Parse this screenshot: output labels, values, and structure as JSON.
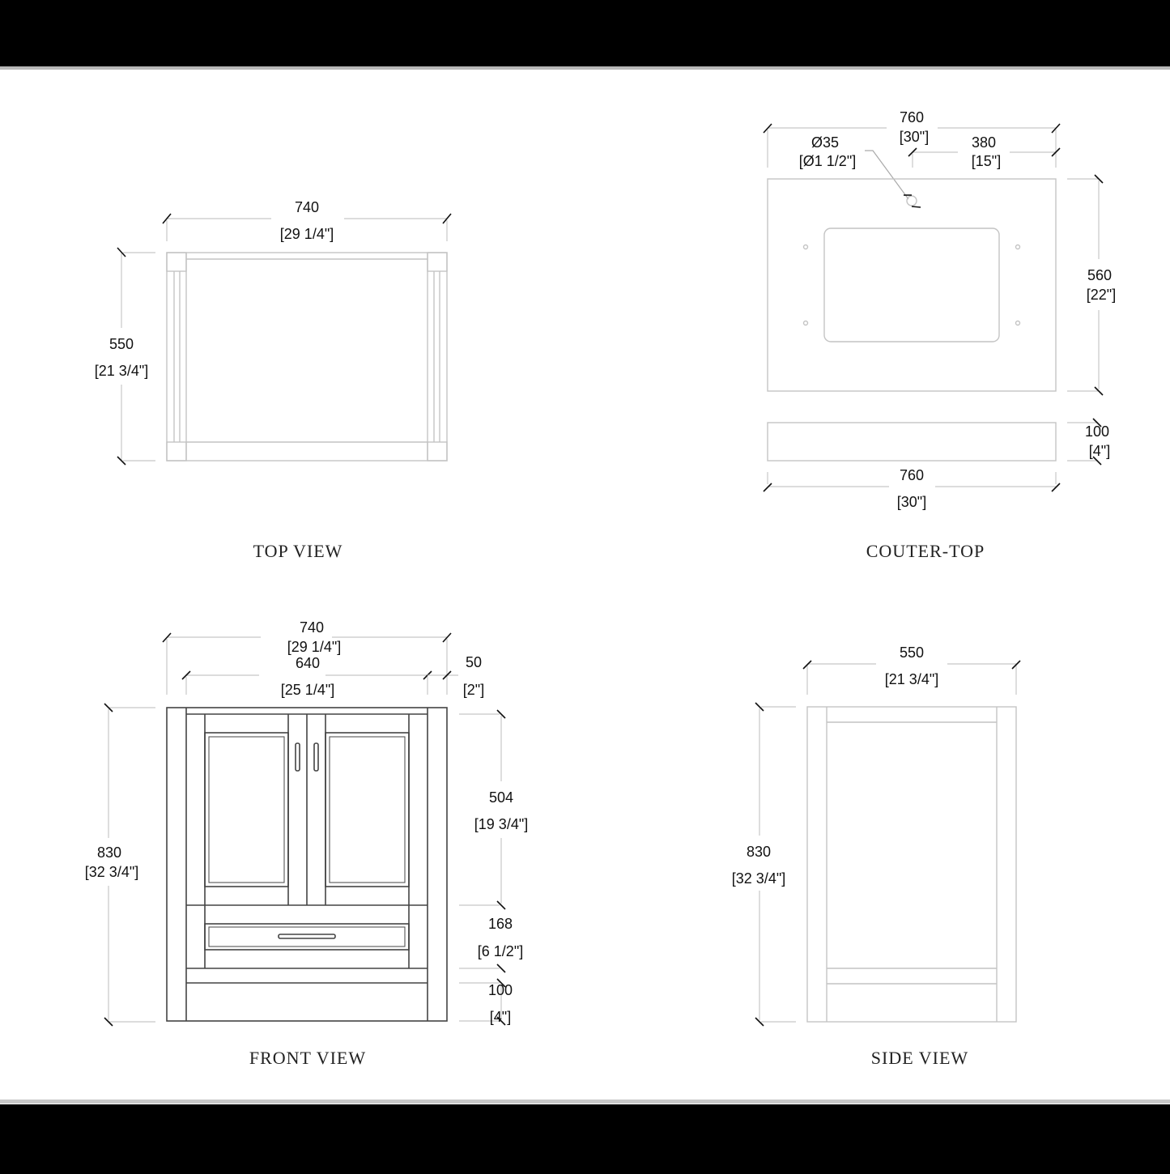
{
  "colors": {
    "background_band": "#000000",
    "paper": "#ffffff",
    "separator": "#b0b0b0",
    "dimension_line": "#c8c8c8",
    "outline_light": "#c4c4c4",
    "outline_dark": "#444444",
    "text": "#111111"
  },
  "views": {
    "top_view": {
      "title": "TOP VIEW",
      "width_mm": "740",
      "width_in": "[29 1/4\"]",
      "depth_mm": "550",
      "depth_in": "[21 3/4\"]"
    },
    "countertop": {
      "title": "COUTER-TOP",
      "overall_width_mm": "760",
      "overall_width_in": "[30\"]",
      "hole_diameter_mm": "Ø35",
      "hole_diameter_in": "[Ø1 1/2\"]",
      "hole_offset_mm": "380",
      "hole_offset_in": "[15\"]",
      "depth_mm": "560",
      "depth_in": "[22\"]",
      "thickness_mm": "100",
      "thickness_in": "[4\"]",
      "edge_width_mm": "760",
      "edge_width_in": "[30\"]"
    },
    "front_view": {
      "title": "FRONT VIEW",
      "overall_width_mm": "740",
      "overall_width_in": "[29 1/4\"]",
      "inner_width_mm": "640",
      "inner_width_in": "[25 1/4\"]",
      "leg_width_mm": "50",
      "leg_width_in": "[2\"]",
      "height_mm": "830",
      "height_in": "[32 3/4\"]",
      "door_height_mm": "504",
      "door_height_in": "[19 3/4\"]",
      "drawer_height_mm": "168",
      "drawer_height_in": "[6 1/2\"]",
      "toe_height_mm": "100",
      "toe_height_in": "[4\"]"
    },
    "side_view": {
      "title": "SIDE VIEW",
      "depth_mm": "550",
      "depth_in": "[21 3/4\"]",
      "height_mm": "830",
      "height_in": "[32 3/4\"]"
    }
  }
}
